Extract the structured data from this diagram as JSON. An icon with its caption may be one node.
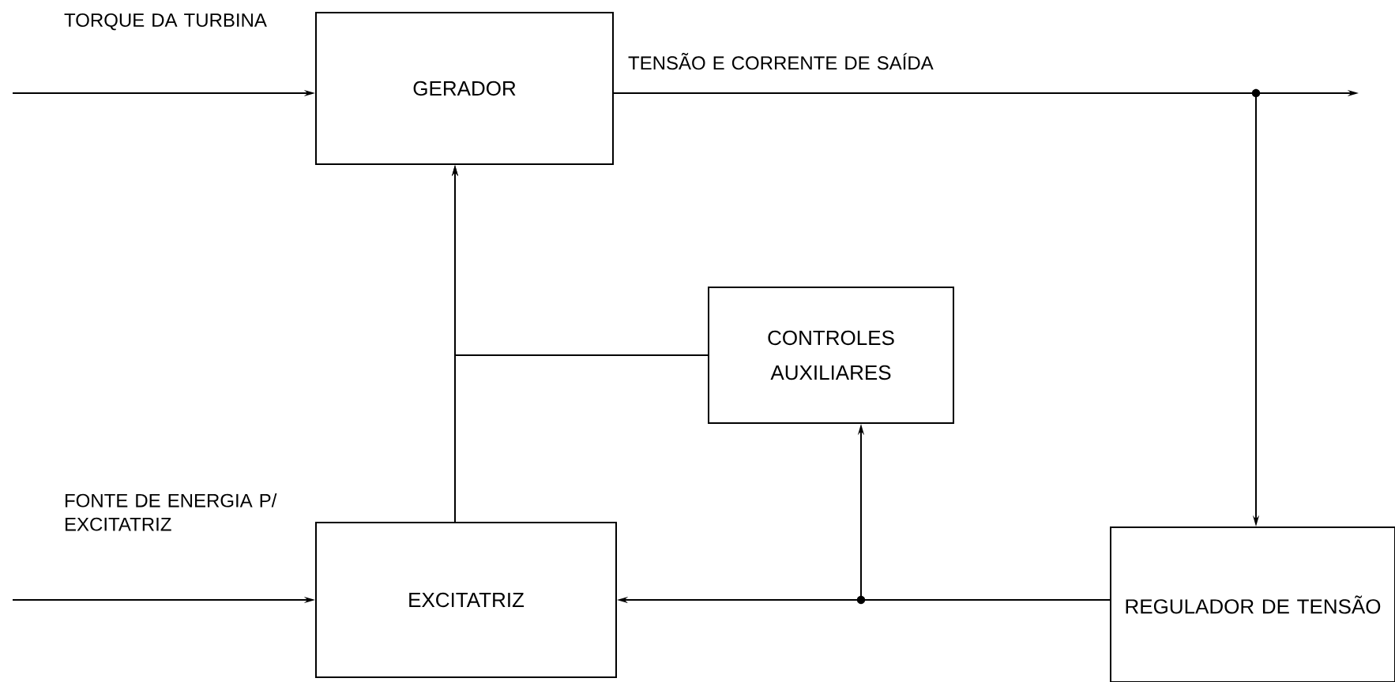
{
  "diagram": {
    "nodes": [
      {
        "text": [
          "GERADOR"
        ]
      },
      {
        "text": [
          "CONTROLES AUXILIARES"
        ]
      },
      {
        "text": [
          "EXCITATRIZ"
        ]
      },
      {
        "text": [
          "REGULADOR DE TENSÃO"
        ]
      }
    ],
    "edges": [
      {
        "from": null,
        "to": 0,
        "arrow": "to",
        "label": "TORQUE DA TURBINA"
      },
      {
        "from": 0,
        "to": null,
        "arrow": "to",
        "label": "TENSÃO E CORRENTE DE SAÍDA"
      },
      {
        "from": 0,
        "to": 3,
        "arrow": "to"
      },
      {
        "from": 1,
        "to": 0,
        "arrow": "to"
      },
      {
        "from": 2,
        "to": 0,
        "arrow": "to"
      },
      {
        "from": null,
        "to": 2,
        "arrow": "to",
        "label": "FONTE DE ENERGIA P/ EXCITATRIZ"
      },
      {
        "from": 3,
        "to": 2,
        "arrow": "to"
      },
      {
        "from": 3,
        "to": 1,
        "arrow": "to"
      }
    ]
  }
}
